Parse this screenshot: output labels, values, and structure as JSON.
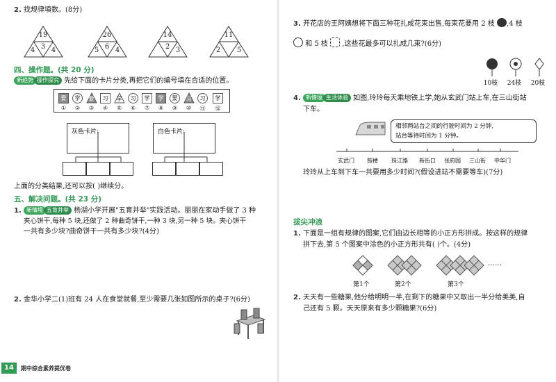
{
  "left": {
    "q2": {
      "num": "2.",
      "text": "找规律填数。(8分)",
      "triangles": [
        {
          "top": "19",
          "left": "4",
          "mid": "3",
          "right": "4"
        },
        {
          "top": "26",
          "left": "5",
          "mid": "6",
          "right": "4"
        },
        {
          "top": "14",
          "left": "",
          "mid": "2",
          "right": "3"
        },
        {
          "top": "11",
          "left": "2",
          "mid": "",
          "right": "5"
        }
      ]
    },
    "section4": {
      "title": "四、操作题。(共 20 分)",
      "tag1": "新趋势",
      "tag2": "操作探究",
      "text": "先给下面的卡片分类,再把它们的编号填在合适的位置。",
      "cards": [
        {
          "char": "爱",
          "style": "gray",
          "num": "①"
        },
        {
          "char": "学",
          "style": "circle",
          "num": "②"
        },
        {
          "char": "爱",
          "style": "tri",
          "num": "③"
        },
        {
          "char": "习",
          "style": "plain",
          "num": "④"
        },
        {
          "char": "学",
          "style": "triw",
          "num": "⑤"
        },
        {
          "char": "习",
          "style": "circle",
          "num": "⑥"
        },
        {
          "char": "学",
          "style": "plain",
          "num": "⑦"
        },
        {
          "char": "学",
          "style": "gray",
          "num": "⑧"
        },
        {
          "char": "爱",
          "style": "circle",
          "num": "⑨"
        },
        {
          "char": "习",
          "style": "tri",
          "num": "⑩"
        },
        {
          "char": "习",
          "style": "circle",
          "num": "⑪"
        },
        {
          "char": "学",
          "style": "plain",
          "num": "⑫"
        }
      ],
      "gray_label": "灰色卡片:",
      "white_label": "白色卡片:",
      "after_text": "上面的分类结果,还可以按(        )继续分。"
    },
    "section5": {
      "title": "五、解决问题。(共 23 分)",
      "q1": {
        "num": "1.",
        "tag1": "新情境",
        "tag2": "五育并举",
        "line1": "杨湖小学开展\"五育并举\"实践活动。丽丽在家动手做了 3 种",
        "line2": "夹心饼干,每种 5 块,还做了 2 种曲奇饼干,一种 3 块,另一种 5 块。夹心饼干",
        "line3": "一共有多少块?曲奇饼干一共有多少块?(4分)"
      },
      "q2": {
        "num": "2.",
        "text": "金华小学二(1)班有 24 人在食堂就餐,至少需要几张如图所示的桌子?(6分)"
      }
    },
    "footer": {
      "page": "14",
      "title": "期中综合素养提优卷"
    }
  },
  "right": {
    "q3": {
      "num": "3.",
      "line1": "开花店的王阿姨想将下面三种花扎成花束出售,每束花要用 2 枝",
      "line1b": ",4 枝",
      "line2a": "和 5 枝",
      "line2b": ",这些花最多可以扎成几束?(6分)",
      "counts": [
        "10枝",
        "24枝",
        "20枝"
      ]
    },
    "q4": {
      "num": "4.",
      "tag1": "新情境",
      "tag2": "生活体验",
      "line1": "如图,玲玲每天乘地铁上学,她从玄武门站上车,在三山街站",
      "line2": "下车。",
      "note1": "相邻两站台之间的行驶时间为 2 分钟,",
      "note2": "站台等待时间为 1 分钟。",
      "stations": [
        "玄武门",
        "鼓楼",
        "珠江路",
        "新街口",
        "张府园",
        "三山街",
        "中华门"
      ],
      "question": "玲玲从上车到下车一共要用多少时间?(假设进站不需要等车)(7分)"
    },
    "section": {
      "title": "拔尖冲浪"
    },
    "p1": {
      "num": "1.",
      "line1": "下面是一组有规律的图案,它们由边长相等的小正方形拼成。按这样的规律",
      "line2": "拼下去,第 5 个图案中涂色的小正方形共有(    )个。(4分)",
      "labels": [
        "第1个",
        "第2个",
        "第3个"
      ],
      "dots": "……"
    },
    "p2": {
      "num": "2.",
      "line1": "天天有一些糖果,他分给明明一半,在剩下的糖果中又取出一半分给美美,自",
      "line2": "己还有 5 颗。天天原来有多少颗糖果?(6分)"
    }
  }
}
